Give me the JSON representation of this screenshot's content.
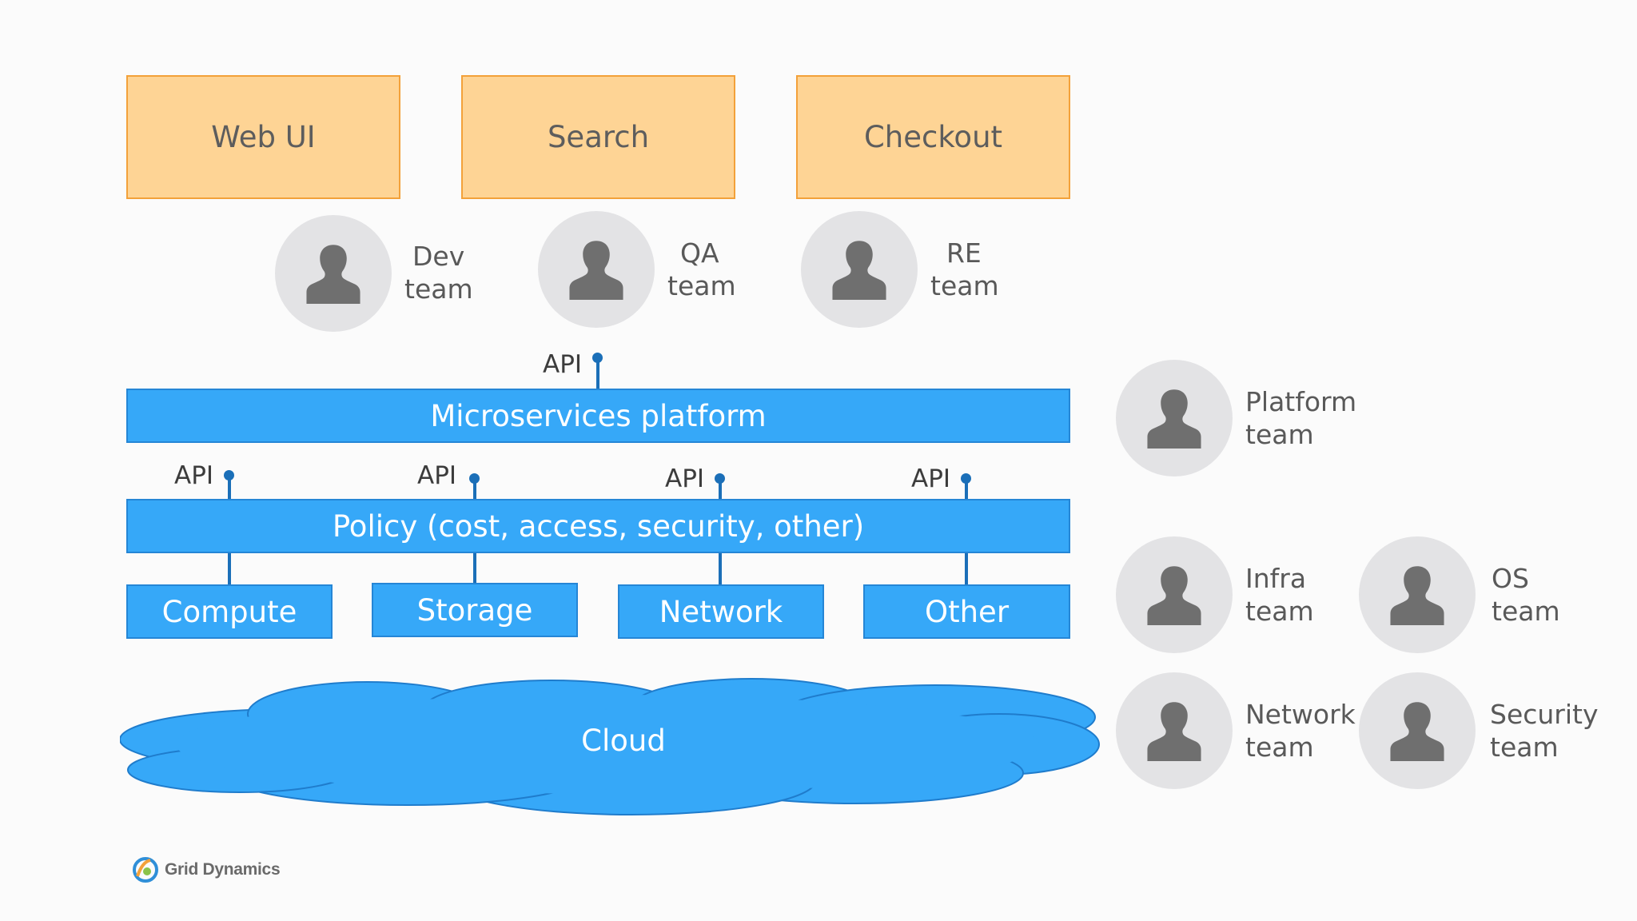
{
  "apps": [
    {
      "label": "Web UI"
    },
    {
      "label": "Search"
    },
    {
      "label": "Checkout"
    }
  ],
  "teams_top": [
    {
      "line1": "Dev",
      "line2": "team"
    },
    {
      "line1": "QA",
      "line2": "team"
    },
    {
      "line1": "RE",
      "line2": "team"
    }
  ],
  "api_label": "API",
  "platform": {
    "label": "Microservices platform"
  },
  "policy": {
    "label": "Policy (cost, access, security, other)"
  },
  "resources": [
    {
      "label": "Compute"
    },
    {
      "label": "Storage"
    },
    {
      "label": "Network"
    },
    {
      "label": "Other"
    }
  ],
  "cloud": {
    "label": "Cloud"
  },
  "teams_right": [
    {
      "line1": "Platform",
      "line2": "team"
    },
    {
      "line1": "Infra",
      "line2": "team"
    },
    {
      "line1": "OS",
      "line2": "team"
    },
    {
      "line1": "Network",
      "line2": "team"
    },
    {
      "line1": "Security",
      "line2": "team"
    }
  ],
  "logo": {
    "text": "Grid Dynamics"
  },
  "colors": {
    "app_fill": "#fed495",
    "app_border": "#f3a13a",
    "platform_blue": "#36a8f8",
    "connector": "#1b6fb8",
    "avatar_bg": "#e3e3e5",
    "person_icon": "#6f6f6f"
  }
}
